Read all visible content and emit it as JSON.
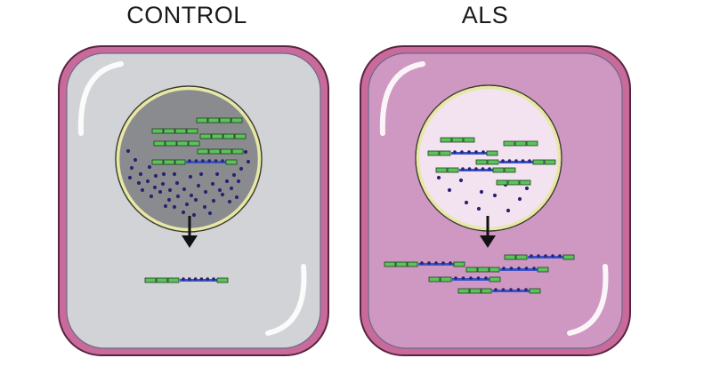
{
  "panels": [
    {
      "id": "control",
      "title": "CONTROL"
    },
    {
      "id": "als",
      "title": "ALS"
    }
  ],
  "colors": {
    "control_cell_fill": "#d2d3d6",
    "control_nucleus_fill": "#8a8b8e",
    "als_cell_fill": "#cf98c2",
    "als_nucleus_fill": "#f3e3f1",
    "membrane": "#c86b9a",
    "nuclear_envelope": "#e7e7a6",
    "rna_exon": "#5ac45a",
    "rna_intron": "#3a53c9",
    "protein_dot": "#2b2370",
    "arrow": "#111111"
  },
  "icons": [
    "down-arrow-icon"
  ]
}
